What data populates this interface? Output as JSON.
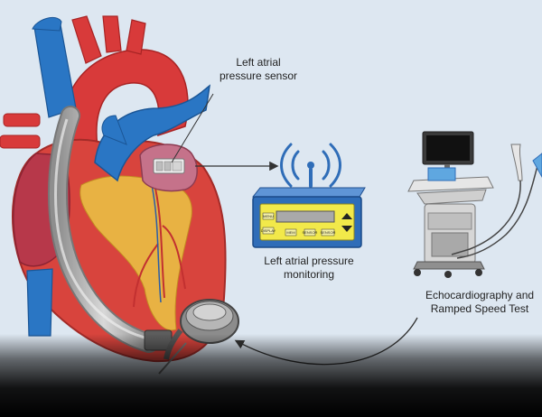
{
  "labels": {
    "sensor": [
      "Left atrial",
      "pressure sensor"
    ],
    "monitor": [
      "Left atrial pressure",
      "monitoring"
    ],
    "echo": [
      "Echocardiography and",
      "Ramped Speed Test"
    ]
  },
  "monitor_buttons": [
    "MENU",
    "DISPLAY",
    "MEM",
    "SENSOR",
    "SENSOR"
  ],
  "colors": {
    "background": "#dde7f1",
    "heart_red": "#d8443d",
    "vessel_blue": "#2a76c4",
    "artery_red": "#d83a3a",
    "fat_yellow": "#e8b243",
    "monitor_blue": "#2f6db8",
    "monitor_screen": "#f2e94a",
    "sensor_pink": "#c5728a"
  },
  "icons": [
    "wireless-signal-icon",
    "arrow-right-icon",
    "curved-arrow-icon"
  ]
}
